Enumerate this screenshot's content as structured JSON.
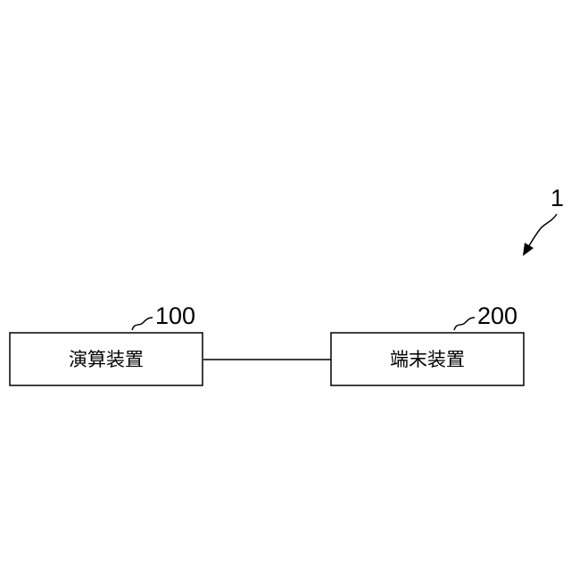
{
  "system": {
    "ref": "1"
  },
  "nodes": [
    {
      "ref": "100",
      "label": "演算装置"
    },
    {
      "ref": "200",
      "label": "端末装置"
    }
  ],
  "connections": [
    {
      "from": "100",
      "to": "200"
    }
  ],
  "colors": {
    "stroke": "#000000",
    "background": "#ffffff"
  }
}
